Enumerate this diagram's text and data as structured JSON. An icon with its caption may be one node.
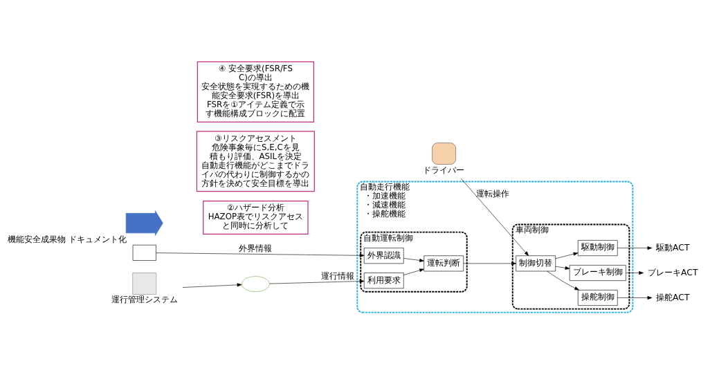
{
  "diagram": {
    "nodes": [
      {
        "text": [
          "自動走行機能",
          "・加速機能",
          "・減速機能",
          "・操舵機能"
        ]
      },
      {
        "text": [
          "自動運転制御"
        ],
        "in": 0
      },
      {
        "text": [
          "外界認識"
        ],
        "in": 1
      },
      {
        "text": [
          "利用要求"
        ],
        "in": 1
      },
      {
        "text": [
          "運転判断"
        ],
        "in": 1
      },
      {
        "text": [
          "車両制御"
        ],
        "in": 0
      },
      {
        "text": [
          "制御切替"
        ],
        "in": 5
      },
      {
        "text": [
          "駆動制御"
        ],
        "in": 5
      },
      {
        "text": [
          "ブレーキ制御"
        ],
        "in": 5
      },
      {
        "text": [
          "操舵制御"
        ],
        "in": 5
      },
      {
        "text": [
          "駆動ACT"
        ]
      },
      {
        "text": [
          "ブレーキACT"
        ]
      },
      {
        "text": [
          "操舵ACT"
        ]
      },
      {
        "text": [],
        "shape": "box"
      },
      {
        "text": [],
        "shape": "box",
        "beside": [
          "運行管理システム"
        ]
      },
      {
        "text": [],
        "shape": "cloud"
      },
      {
        "text": [],
        "shape": "person",
        "beside": [
          "ドライバー"
        ]
      },
      {
        "text": [
          "②ハザード分析",
          "HAZOP表でリスクアセスと同時に分析して"
        ]
      },
      {
        "text": [
          "③リスクアセスメント",
          "危険事象毎にS,E,Cを見積もり評価、ASILを決定",
          "自動走行機能がどこまでドライバの代わりに制御するかの方針を決めて安全目標を導出"
        ]
      },
      {
        "text": [
          "④ 安全要求(FSR/FSC)の導出",
          "安全状態を実現するための機能安全要求(FSR)を導出",
          "FSRを①アイテム定義で示す機能構成ブロックに配置"
        ]
      },
      {
        "text": [],
        "shape": "arrow",
        "beside": [
          "機能安全成果物 ドキュメント化"
        ]
      }
    ],
    "edges": [
      {
        "from": 13,
        "to": 2,
        "arrow": "to",
        "label": "外界情報"
      },
      {
        "from": 14,
        "to": 15,
        "arrow": "to"
      },
      {
        "from": 15,
        "to": 3,
        "arrow": "to",
        "label": "運行情報"
      },
      {
        "from": 16,
        "to": 6,
        "arrow": "to",
        "label": "運転操作"
      },
      {
        "from": 2,
        "to": 4,
        "arrow": "to"
      },
      {
        "from": 3,
        "to": 4,
        "arrow": "to"
      },
      {
        "from": 4,
        "to": 6,
        "arrow": "to"
      },
      {
        "from": 6,
        "to": 7,
        "arrow": "to"
      },
      {
        "from": 6,
        "to": 8,
        "arrow": "to"
      },
      {
        "from": 6,
        "to": 9,
        "arrow": "to"
      },
      {
        "from": 7,
        "to": 10,
        "arrow": "to"
      },
      {
        "from": 8,
        "to": 11,
        "arrow": "to"
      },
      {
        "from": 9,
        "to": 12,
        "arrow": "to"
      }
    ]
  }
}
